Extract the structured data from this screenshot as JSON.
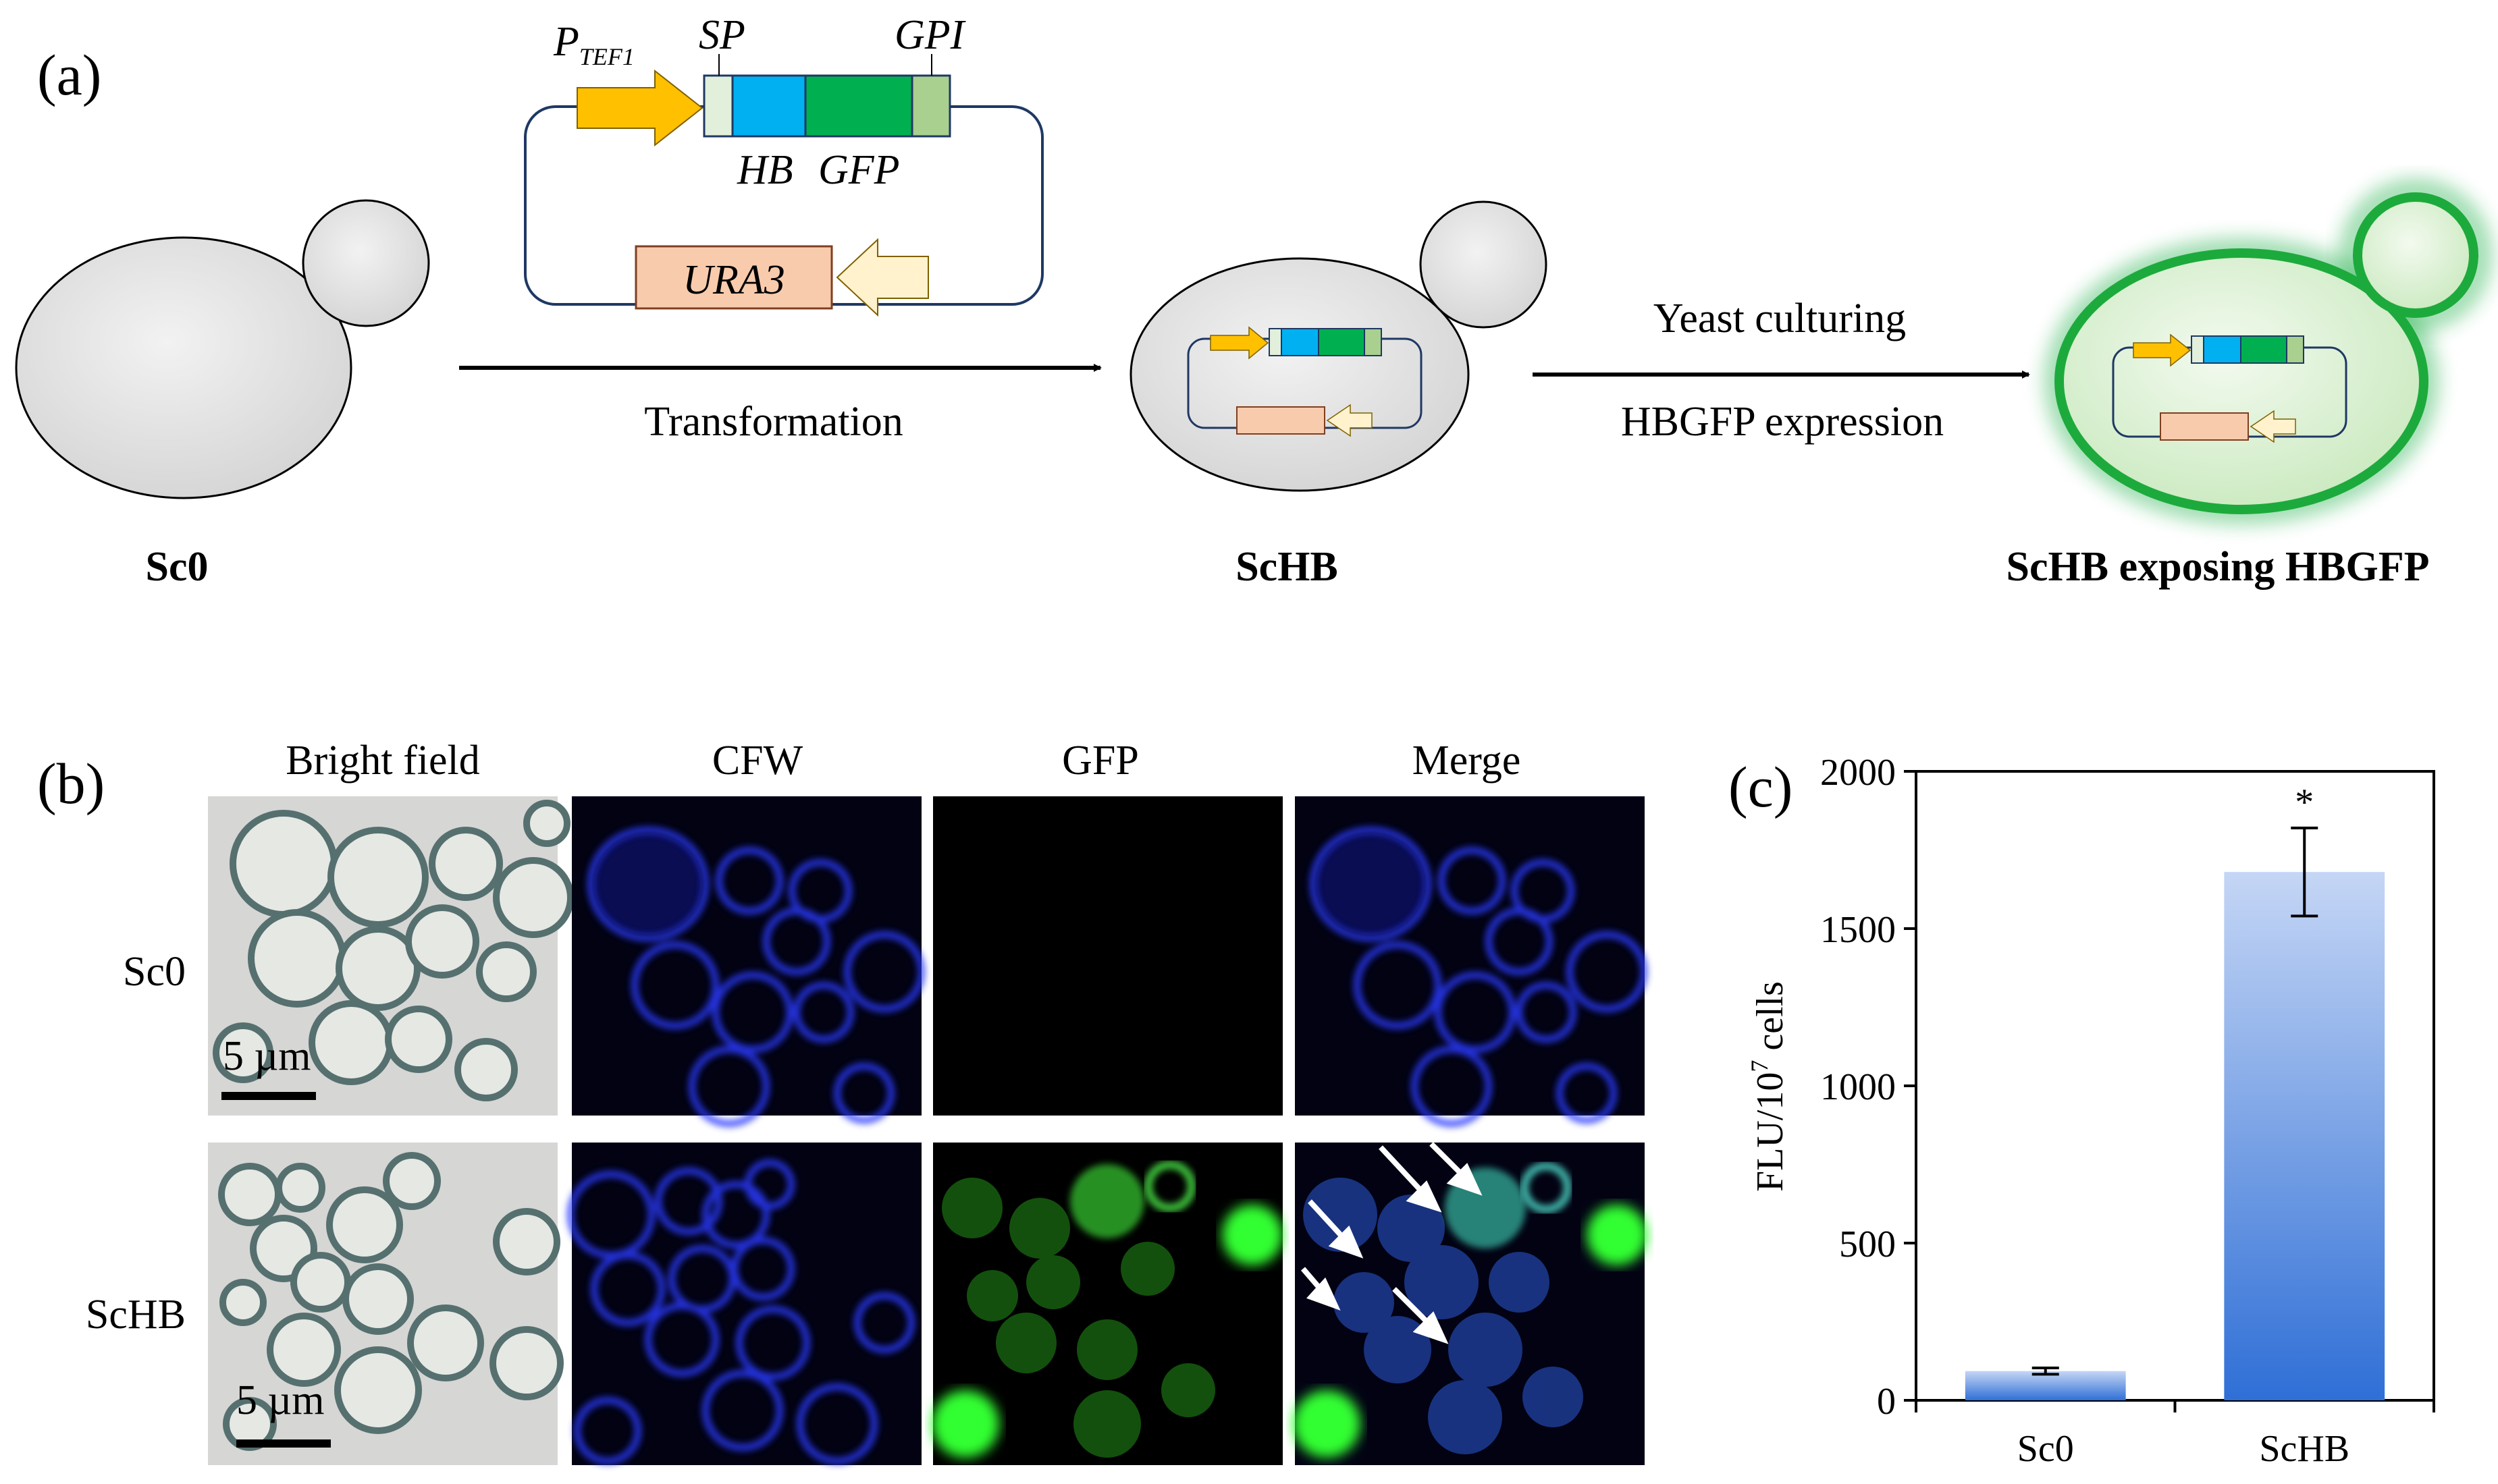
{
  "panel_a": {
    "letter": "(a)",
    "plasmid": {
      "promoter_p": "P",
      "promoter_sub": "TEF1",
      "sp": "SP",
      "gpi": "GPI",
      "hb": "HB",
      "gfp": "GFP",
      "marker": "URA3"
    },
    "step1_label": "Transformation",
    "step2_label_top": "Yeast culturing",
    "step2_label_bottom": "HBGFP expression",
    "cell_labels": [
      "Sc0",
      "ScHB",
      "ScHB exposing HBGFP"
    ],
    "colors": {
      "promoter": "#FFC000",
      "sp": "#E2EFDA",
      "hb": "#00B0F0",
      "gfp": "#00B050",
      "gpi": "#A9D08E",
      "ura3": "#F8CBAD",
      "ura3_arrow": "#FFF2CC",
      "green_glow": "#22B14C"
    }
  },
  "panel_b": {
    "letter": "(b)",
    "columns": [
      "Bright field",
      "CFW",
      "GFP",
      "Merge"
    ],
    "rows": [
      "Sc0",
      "ScHB"
    ],
    "scale_bar_label": "5 µm"
  },
  "panel_c": {
    "letter": "(c)"
  },
  "chart_data": {
    "type": "bar",
    "categories": [
      "Sc0",
      "ScHB"
    ],
    "values": [
      93,
      1680
    ],
    "errors": [
      10,
      140
    ],
    "significance": [
      "",
      "*"
    ],
    "ylabel_main": "FLU/10",
    "ylabel_sup": "7",
    "ylabel_tail": " cells",
    "ylim": [
      0,
      2000
    ],
    "yticks": [
      0,
      500,
      1000,
      1500,
      2000
    ],
    "bar_color_top": "#C5D6F5",
    "bar_color_bottom": "#2F6FD6",
    "grid": false
  }
}
